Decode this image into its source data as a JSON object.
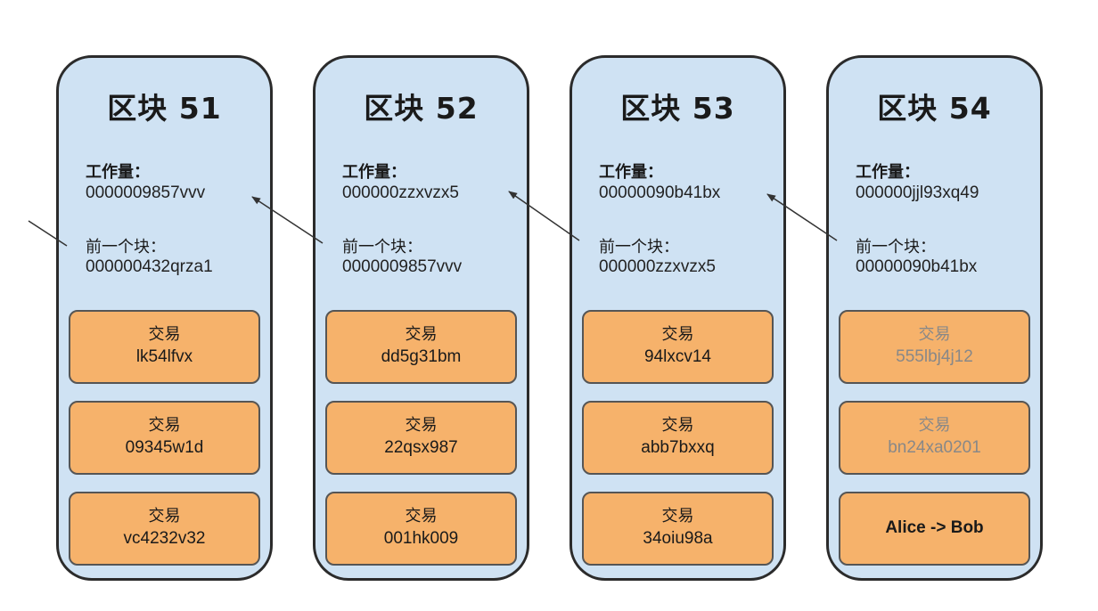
{
  "blocks": [
    {
      "title": "区块 51",
      "work_label": "工作量：",
      "work_value": "0000009857vvv",
      "prev_label": "前一个块：",
      "prev_value": "000000432qrza1",
      "transactions": [
        {
          "title": "交易",
          "id": "lk54lfvx"
        },
        {
          "title": "交易",
          "id": "09345w1d"
        },
        {
          "title": "交易",
          "id": "vc4232v32"
        }
      ]
    },
    {
      "title": "区块 52",
      "work_label": "工作量：",
      "work_value": "000000zzxvzx5",
      "prev_label": "前一个块：",
      "prev_value": "0000009857vvv",
      "transactions": [
        {
          "title": "交易",
          "id": "dd5g31bm"
        },
        {
          "title": "交易",
          "id": "22qsx987"
        },
        {
          "title": "交易",
          "id": "001hk009"
        }
      ]
    },
    {
      "title": "区块 53",
      "work_label": "工作量：",
      "work_value": "00000090b41bx",
      "prev_label": "前一个块：",
      "prev_value": "000000zzxvzx5",
      "transactions": [
        {
          "title": "交易",
          "id": "94lxcv14"
        },
        {
          "title": "交易",
          "id": "abb7bxxq"
        },
        {
          "title": "交易",
          "id": "34oiu98a"
        }
      ]
    },
    {
      "title": "区块 54",
      "work_label": "工作量：",
      "work_value": "000000jjl93xq49",
      "prev_label": "前一个块：",
      "prev_value": "00000090b41bx",
      "transactions": [
        {
          "title": "交易",
          "id": "555lbj4j12"
        },
        {
          "title": "交易",
          "id": "bn24xa0201"
        },
        {
          "text": "Alice -> Bob"
        }
      ]
    }
  ],
  "colors": {
    "block_fill": "#cfe2f3",
    "block_border": "#2b2b2b",
    "transaction_fill": "#f6b26b",
    "transaction_border": "#555555",
    "faded_text": "#888888"
  }
}
